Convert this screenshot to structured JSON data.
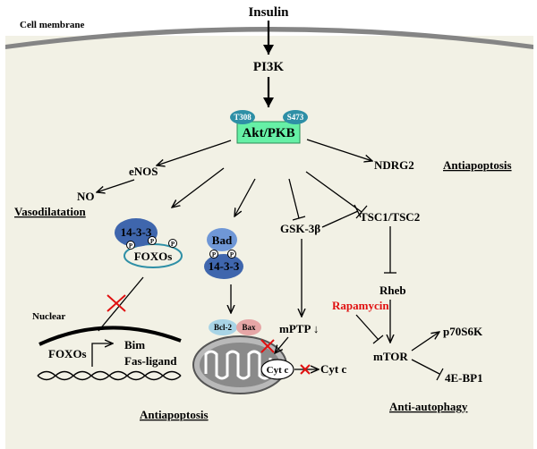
{
  "labels": {
    "insulin": "Insulin",
    "cell_membrane": "Cell membrane",
    "pi3k": "PI3K",
    "t308": "T308",
    "s473": "S473",
    "akt": "Akt/PKB",
    "enos": "eNOS",
    "no": "NO",
    "vasodilatation": "Vasodilatation",
    "ndrg2": "NDRG2",
    "antiapoptosis_right": "Antiapoptosis",
    "tsc": "TSC1/TSC2",
    "gsk": "GSK-3β",
    "rheb": "Rheb",
    "rapamycin": "Rapamycin",
    "mtor": "mTOR",
    "p70": "p70S6K",
    "ebp": "4E-BP1",
    "anti_autophagy": "Anti-autophagy",
    "mptp": "mPTP ↓",
    "cytc_inner": "Cyt c",
    "cytc_outer": "Cyt c",
    "bcl2": "Bcl-2",
    "bax": "Bax",
    "bad": "Bad",
    "c1433_bad": "14-3-3",
    "c1433_foxo": "14-3-3",
    "foxos_cyto": "FOXOs",
    "nuclear": "Nuclear",
    "foxos_nuc": "FOXOs",
    "bim": "Bim",
    "fasligand": "Fas-ligand",
    "antiapoptosis_bottom": "Antiapoptosis",
    "p": "P"
  },
  "colors": {
    "membrane": "#858585",
    "cell_bg": "#f2f1e5",
    "akt_box": "#66f0a6",
    "phospho_site": "#2e8fa6",
    "protein_dark": "#3f66ad",
    "protein_light": "#6f97d6",
    "bcl2": "#a8d4e6",
    "bax": "#e6a6a6",
    "rapamycin": "#e01010",
    "block_x": "#e01010"
  }
}
